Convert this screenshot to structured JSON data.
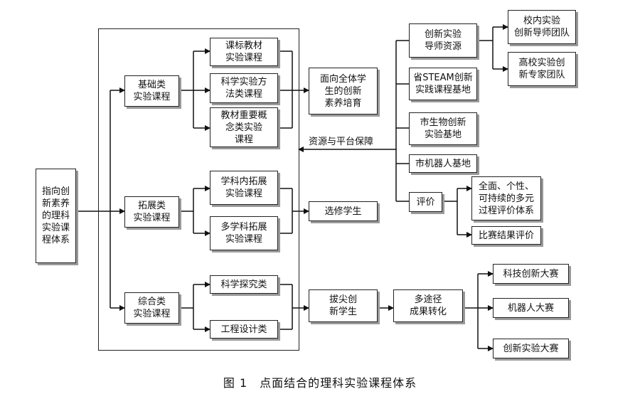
{
  "nodes": {
    "root": "指向创\n新素养\n的理科\n实验课\n程体系",
    "basic": "基础类\n实验课程",
    "extend": "拓展类\n实验课程",
    "integrated": "综合类\n实验课程",
    "b1": "课标教材\n实验课程",
    "b2": "科学实验方\n法类课程",
    "b3": "教材重要概\n念类实验\n课程",
    "e1": "学科内拓展\n实验课程",
    "e2": "多学科拓展\n实验课程",
    "i1": "科学探究类",
    "i2": "工程设计类",
    "all_students": "面向全体学\n生的创新\n素养培育",
    "elective": "选修学生",
    "top_students": "拔尖创\n新学生",
    "multi_path": "多途径\n成果转化",
    "mentor": "创新实验\n导师资源",
    "steam": "省STEAM创新\n实践课程基地",
    "city_bio": "市生物创新\n实验基地",
    "city_robot": "市机器人基地",
    "evaluation": "评价",
    "in_school": "校内实验\n创新导师团队",
    "university": "高校实验创\n新专家团队",
    "process_eval": "全面、个性、\n可持续的多元\n过程评价体系",
    "competition_eval": "比赛结果评价",
    "tech_comp": "科技创新大赛",
    "robot_comp": "机器人大赛",
    "innov_comp": "创新实验大赛"
  },
  "resource_label": "资源与平台保障",
  "caption": "图 1　点面结合的理科实验课程体系"
}
